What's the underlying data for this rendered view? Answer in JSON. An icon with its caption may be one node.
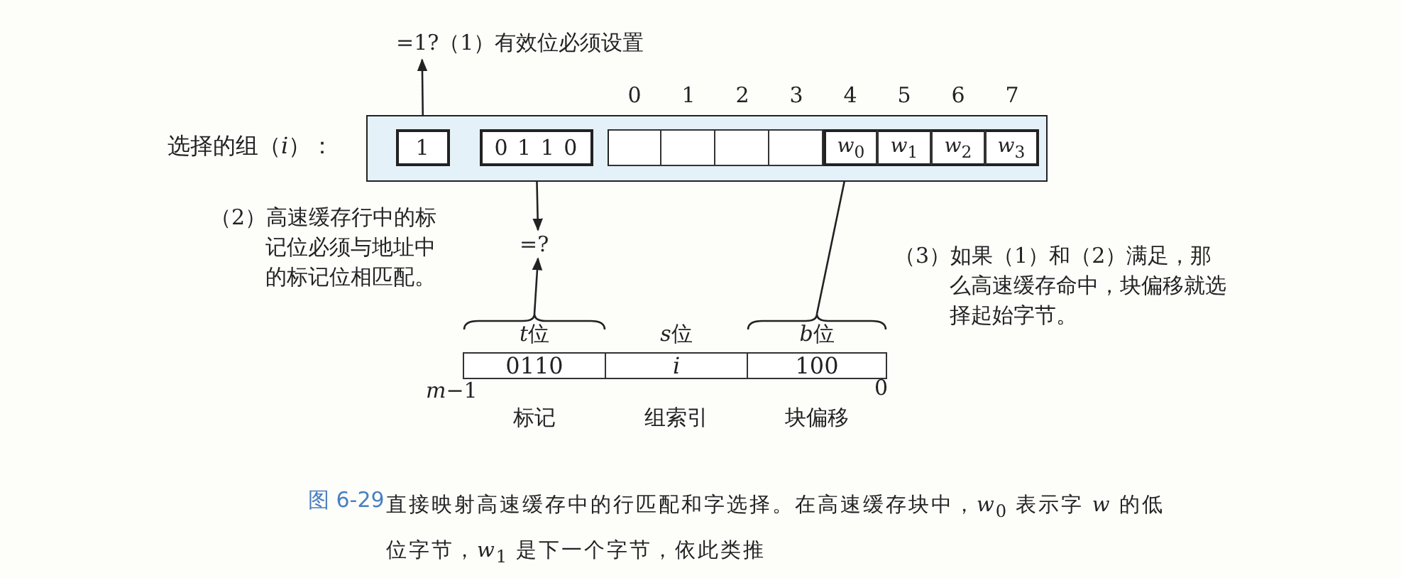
{
  "diagram": {
    "caption": "直接映射高速缓存中的行匹配和字选择。在高速缓存块中，*w*$_{0}$ 表示字 *w* 的低位字节，*w*$_{1}$ 是下一个字节，依此类推",
    "nodes": [
      {
        "text": [
          "选择的组（*i*）："
        ]
      },
      {
        "text": [
          "1"
        ],
        "in": 0
      },
      {
        "text": [
          "0 1 1 0"
        ],
        "in": 0
      },
      {
        "text": [],
        "shape": "box",
        "in": 0,
        "beside": [
          "0"
        ]
      },
      {
        "text": [],
        "shape": "box",
        "in": 0,
        "beside": [
          "1"
        ]
      },
      {
        "text": [],
        "shape": "box",
        "in": 0,
        "beside": [
          "2"
        ]
      },
      {
        "text": [],
        "shape": "box",
        "in": 0,
        "beside": [
          "3"
        ]
      },
      {
        "text": [
          "*w*$_{0}$"
        ],
        "in": 0,
        "beside": [
          "4"
        ]
      },
      {
        "text": [
          "*w*$_{1}$"
        ],
        "in": 0,
        "beside": [
          "5"
        ]
      },
      {
        "text": [
          "*w*$_{2}$"
        ],
        "in": 0,
        "beside": [
          "6"
        ]
      },
      {
        "text": [
          "*w*$_{3}$"
        ],
        "in": 0,
        "beside": [
          "7"
        ]
      },
      {
        "text": [
          "=1?（1）有效位必须设置"
        ]
      },
      {
        "text": [
          "=?"
        ]
      },
      {
        "text": [
          "0110"
        ],
        "beside": [
          "t位",
          "标记"
        ]
      },
      {
        "text": [
          "*i*"
        ],
        "beside": [
          "s位",
          "组索引"
        ]
      },
      {
        "text": [
          "100"
        ],
        "beside": [
          "b位",
          "块偏移"
        ]
      }
    ],
    "edges": [
      {
        "from": 1,
        "to": 11,
        "arrow": "to"
      },
      {
        "from": 2,
        "to": 12,
        "arrow": "to"
      },
      {
        "from": 13,
        "to": 12,
        "arrow": "to"
      },
      {
        "from": 15,
        "to": 7,
        "arrow": "to"
      }
    ],
    "labels": [
      "（2）高速缓存行中的标记位必须与地址中的标记位相匹配。",
      "（3）如果（1）和（2）满足，那么高速缓存命中，块偏移就选择起始字节。",
      "*m*−1",
      "0",
      "图 6-29"
    ]
  }
}
